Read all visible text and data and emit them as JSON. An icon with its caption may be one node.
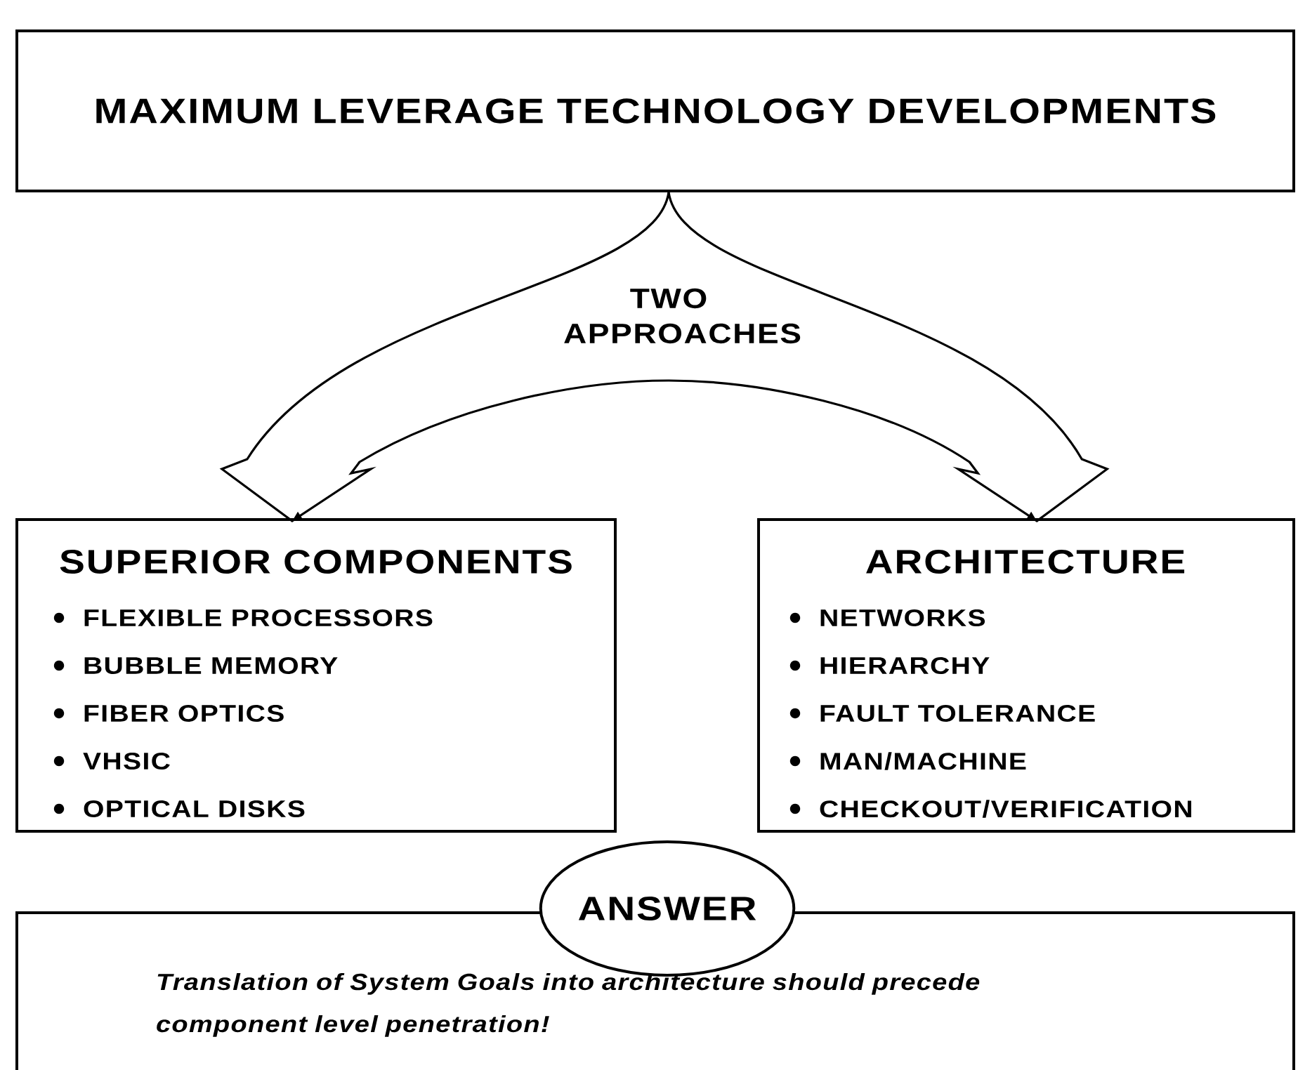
{
  "diagram": {
    "nodes": [
      {
        "text": [
          "MAXIMUM LEVERAGE TECHNOLOGY DEVELOPMENTS"
        ]
      },
      {
        "text": [
          "SUPERIOR COMPONENTS",
          "FLEXIBLE PROCESSORS",
          "BUBBLE MEMORY",
          "FIBER OPTICS",
          "VHSIC",
          "OPTICAL DISKS"
        ]
      },
      {
        "text": [
          "ARCHITECTURE",
          "NETWORKS",
          "HIERARCHY",
          "FAULT TOLERANCE",
          "MAN/MACHINE",
          "CHECKOUT/VERIFICATION"
        ]
      },
      {
        "text": [
          "ANSWER"
        ]
      },
      {
        "text": [
          "Translation of System Goals into architecture should precede component level penetration!"
        ]
      }
    ],
    "edges": [
      {
        "from": 0,
        "to": 1,
        "arrow": "to"
      },
      {
        "from": 0,
        "to": 2,
        "arrow": "to"
      }
    ],
    "labels": [
      "TWO APPROACHES"
    ]
  }
}
